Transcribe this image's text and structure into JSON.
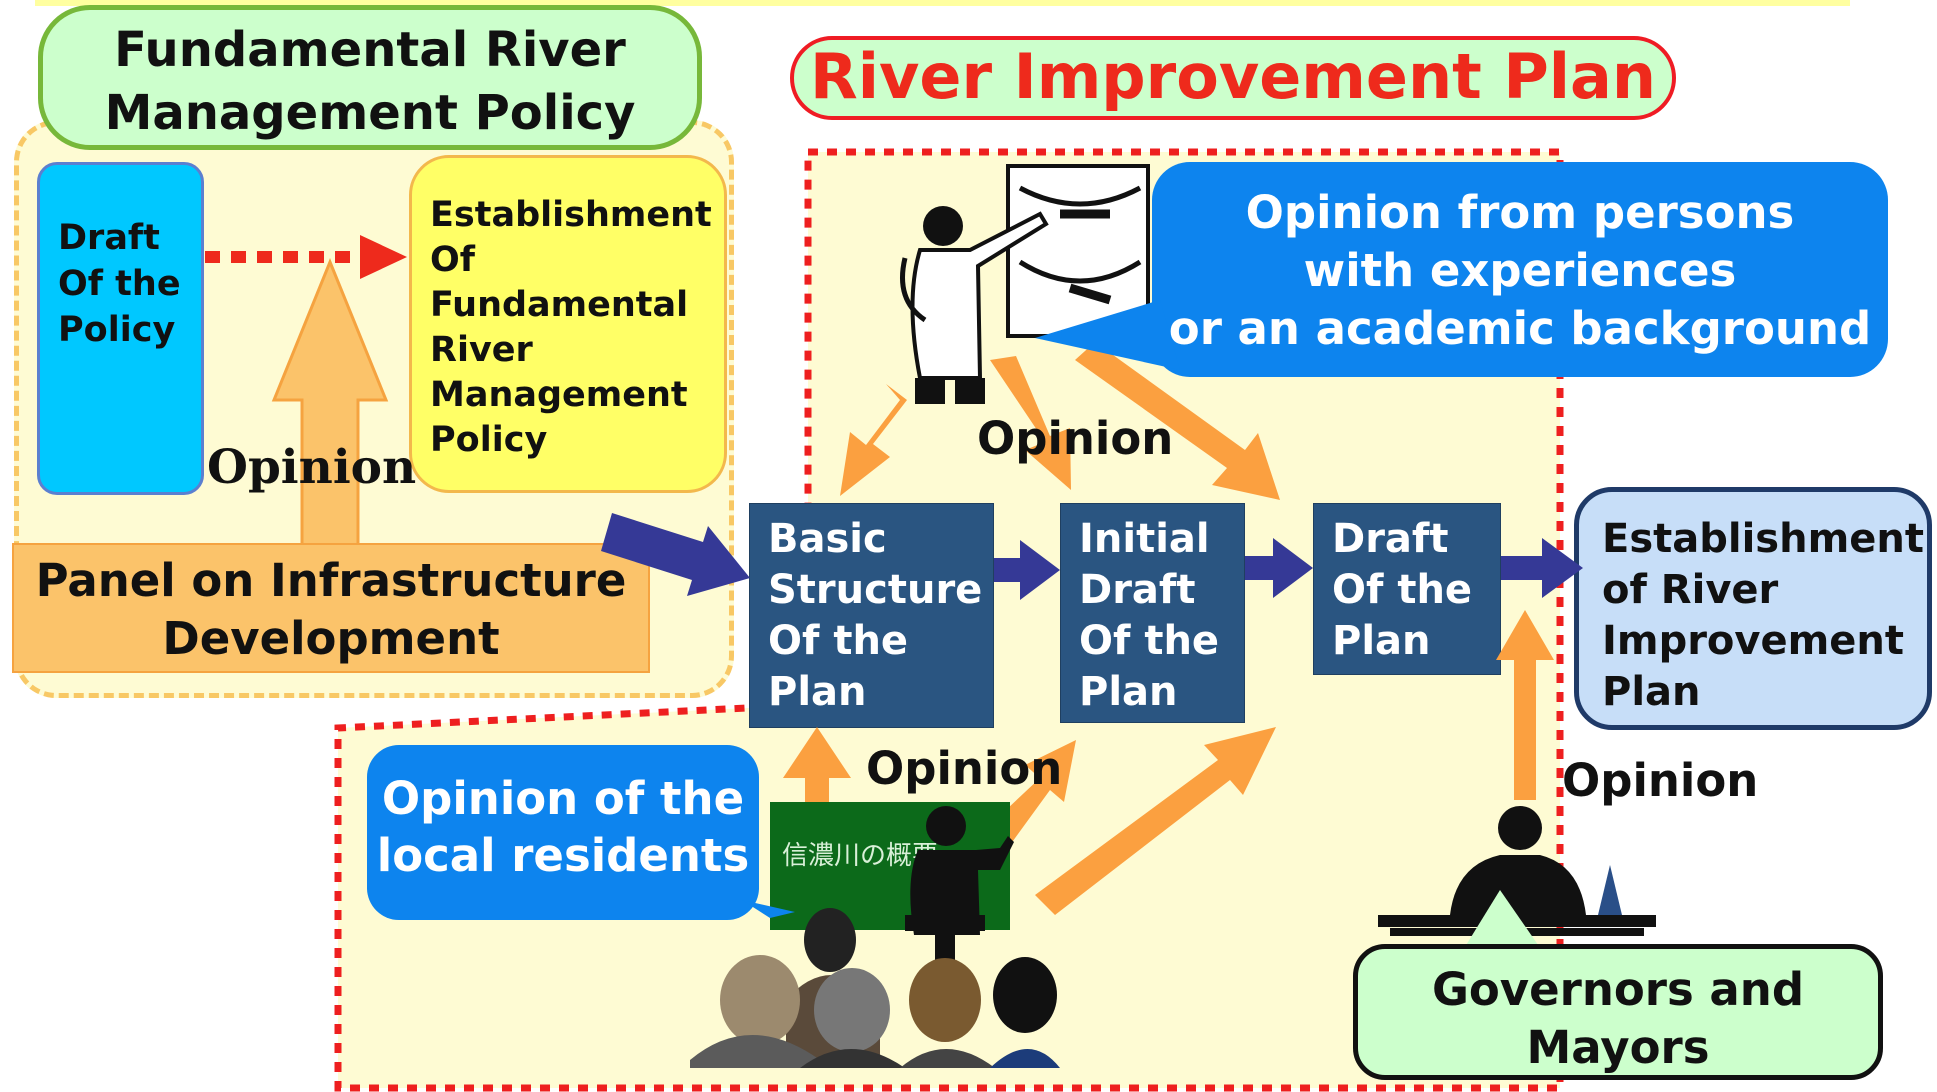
{
  "title_fundamental": "Fundamental River\nManagement Policy",
  "title_river_improvement": "River Improvement Plan",
  "draft_policy": "Draft\nOf the\nPolicy",
  "establishment_fundamental": "Establishment\nOf\nFundamental\nRiver\nManagement\nPolicy",
  "panel": "Panel on Infrastructure\nDevelopment",
  "opinion": "Opinion",
  "basic_structure": "Basic\nStructure\nOf the\nPlan",
  "initial_draft": "Initial\nDraft\nOf the\nPlan",
  "draft_plan": "Draft\nOf the\nPlan",
  "establishment_river": "Establishment\nof River\nImprovement\nPlan",
  "experts_bubble": "Opinion from persons\nwith experiences\nor an academic background",
  "residents_bubble": "Opinion of the\nlocal residents",
  "governors": "Governors and\nMayors",
  "blackboard_text": "信濃川の概要",
  "colors": {
    "navy_box": "#2a5581",
    "bubble_blue": "#0d84ee",
    "title_red": "#ee2a1c",
    "light_green": "#ccffcc",
    "arrow_orange": "#fba040",
    "arrow_navy": "#353996"
  }
}
